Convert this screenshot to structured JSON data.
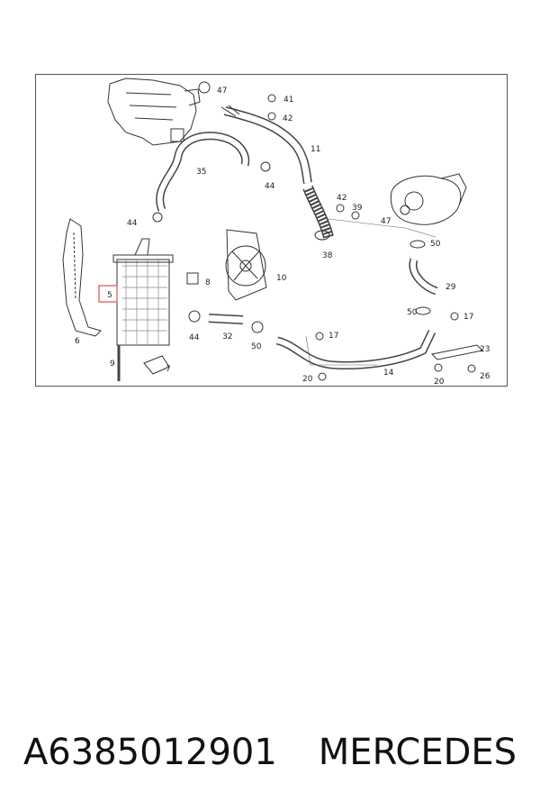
{
  "diagram": {
    "part_labels": {
      "p47a": "47",
      "p41": "41",
      "p42a": "42",
      "p11": "11",
      "p35": "35",
      "p44a": "44",
      "p42b": "42",
      "p39": "39",
      "p47b": "47",
      "p44b": "44",
      "p50a": "50",
      "p38": "38",
      "p29": "29",
      "p8": "8",
      "p10": "10",
      "p6": "6",
      "p5": "5",
      "p9": "9",
      "p7": "7",
      "p44c": "44",
      "p32": "32",
      "p50b": "50",
      "p17a": "17",
      "p50c": "50",
      "p17b": "17",
      "p23": "23",
      "p14": "14",
      "p20a": "20",
      "p20b": "20",
      "p26": "26"
    },
    "highlight_color": "#d9534f"
  },
  "caption": {
    "part_number": "A6385012901",
    "brand": "MERCEDES"
  }
}
